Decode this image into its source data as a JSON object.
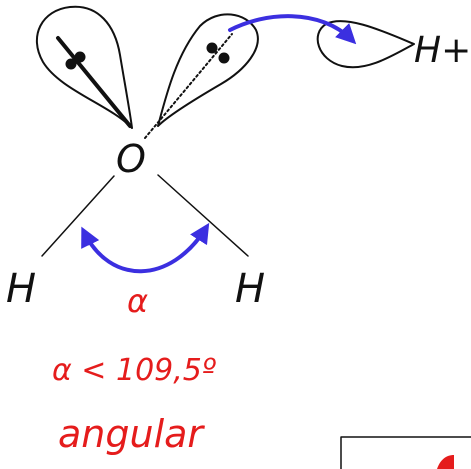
{
  "colors": {
    "ink": "#111111",
    "arrow_blue": "#3b2fe0",
    "text_red": "#e51c1c",
    "background": "#ffffff"
  },
  "atoms": {
    "oxygen": "O",
    "hydrogen_left": "H",
    "hydrogen_right": "H",
    "proton": "H+"
  },
  "labels": {
    "angle_symbol": "α",
    "angle_value": "α < 109,5º",
    "geometry": "angular"
  }
}
